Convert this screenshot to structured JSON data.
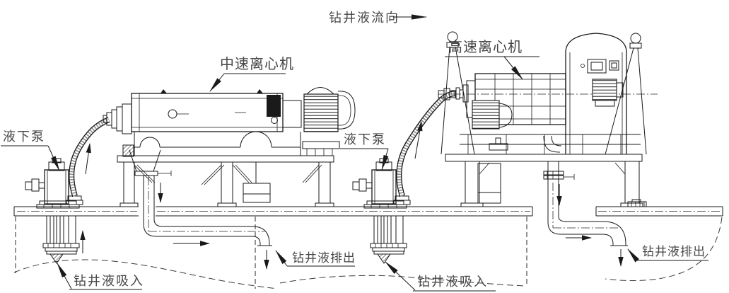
{
  "flow_direction": {
    "label": "钻井液流向"
  },
  "machines": {
    "medium_speed_centrifuge": "中速离心机",
    "high_speed_centrifuge": "高速离心机"
  },
  "pumps": {
    "left": "液下泵",
    "right": "液下泵"
  },
  "streams": {
    "suction_left": "钻井液吸入",
    "suction_right": "钻井液吸入",
    "discharge_left": "钻井液排出",
    "discharge_right": "钻井液排出"
  },
  "colors": {
    "line": "#1a1a1a",
    "text": "#464646",
    "background": "#ffffff"
  }
}
